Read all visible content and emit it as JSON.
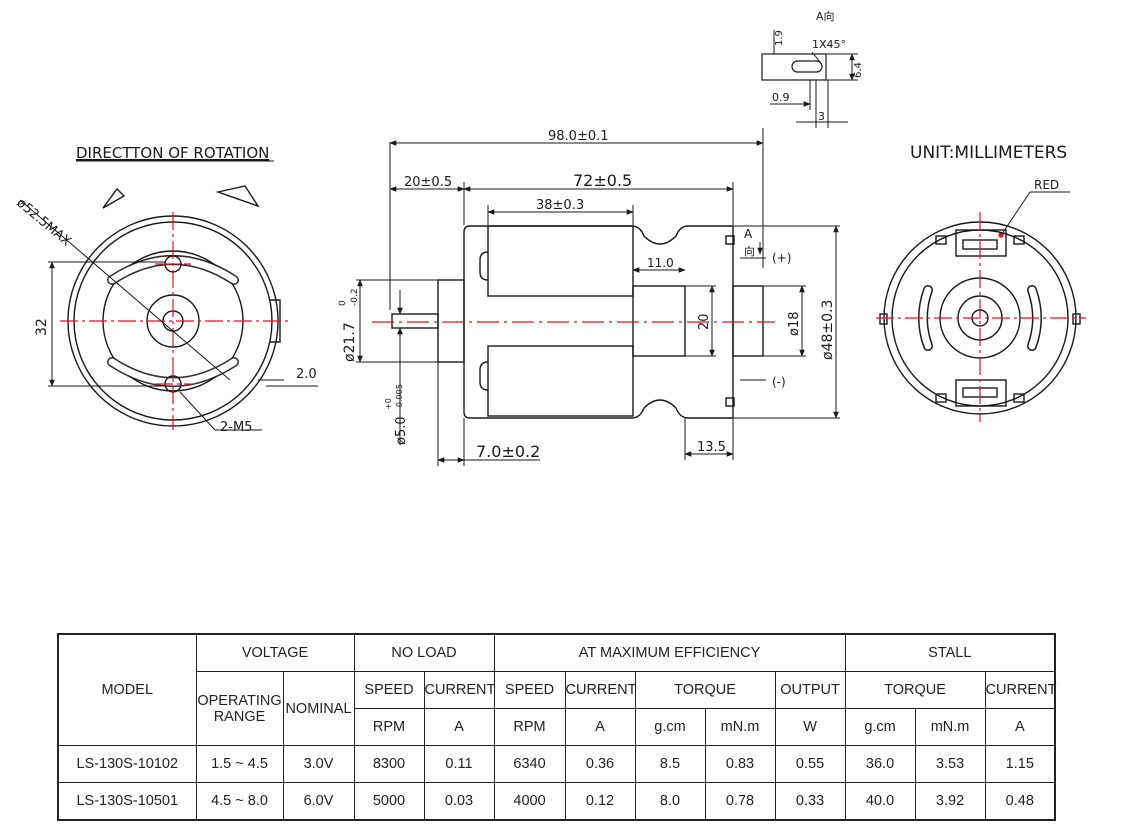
{
  "drawing": {
    "rotation_title": "DIRECTTON OF ROTATION",
    "unit_label": "UNIT:MILLIMETERS",
    "red_label": "RED",
    "front_view": {
      "dia_max": "ø52.5MAX",
      "hole_spacing": "32",
      "tab_thickness": "2.0",
      "holes": "2-M5"
    },
    "side_view": {
      "overall_length": "98.0±0.1",
      "body_length": "72±0.5",
      "shaft_length": "20±0.5",
      "magnet_length": "38±0.3",
      "boss_length": "11.0",
      "boss_dia": "20",
      "brush_dia": "ø18",
      "can_dia": "ø48±0.3",
      "boss_front_dia_main": "ø21.7",
      "boss_front_tol_upper": "0",
      "boss_front_tol_lower": "-0.2",
      "shaft_dia_main": "ø5.0",
      "shaft_tol_upper": "+0",
      "shaft_tol_lower": "-0.005",
      "front_boss_len": "7.0±0.2",
      "rear_len": "13.5",
      "view_a": "A",
      "view_a_dir": "向",
      "plus": "(+)",
      "minus": "(-)"
    },
    "detail_a": {
      "title": "A向",
      "chamfer": "1X45°",
      "height": "1.9",
      "thickness": "6.4",
      "gap": "0.9",
      "width": "3"
    }
  },
  "table": {
    "headers": {
      "model": "MODEL",
      "voltage": "VOLTAGE",
      "no_load": "NO LOAD",
      "max_eff": "AT MAXIMUM EFFICIENCY",
      "stall": "STALL",
      "operating_range": "OPERATING RANGE",
      "nominal": "NOMINAL",
      "speed": "SPEED",
      "current": "CURRENT",
      "torque": "TORQUE",
      "output": "OUTPUT"
    },
    "units": {
      "rpm": "RPM",
      "amp": "A",
      "gcm": "g.cm",
      "mnm": "mN.m",
      "watt": "W"
    },
    "rows": [
      {
        "model": "LS-130S-10102",
        "range": "1.5 ~ 4.5",
        "nominal": "3.0V",
        "nl_speed": "8300",
        "nl_current": "0.11",
        "me_speed": "6340",
        "me_current": "0.36",
        "me_torque_gcm": "8.5",
        "me_torque_mnm": "0.83",
        "me_output": "0.55",
        "st_torque_gcm": "36.0",
        "st_torque_mnm": "3.53",
        "st_current": "1.15"
      },
      {
        "model": "LS-130S-10501",
        "range": "4.5 ~ 8.0",
        "nominal": "6.0V",
        "nl_speed": "5000",
        "nl_current": "0.03",
        "me_speed": "4000",
        "me_current": "0.12",
        "me_torque_gcm": "8.0",
        "me_torque_mnm": "0.78",
        "me_output": "0.33",
        "st_torque_gcm": "40.0",
        "st_torque_mnm": "3.92",
        "st_current": "0.48"
      }
    ]
  }
}
